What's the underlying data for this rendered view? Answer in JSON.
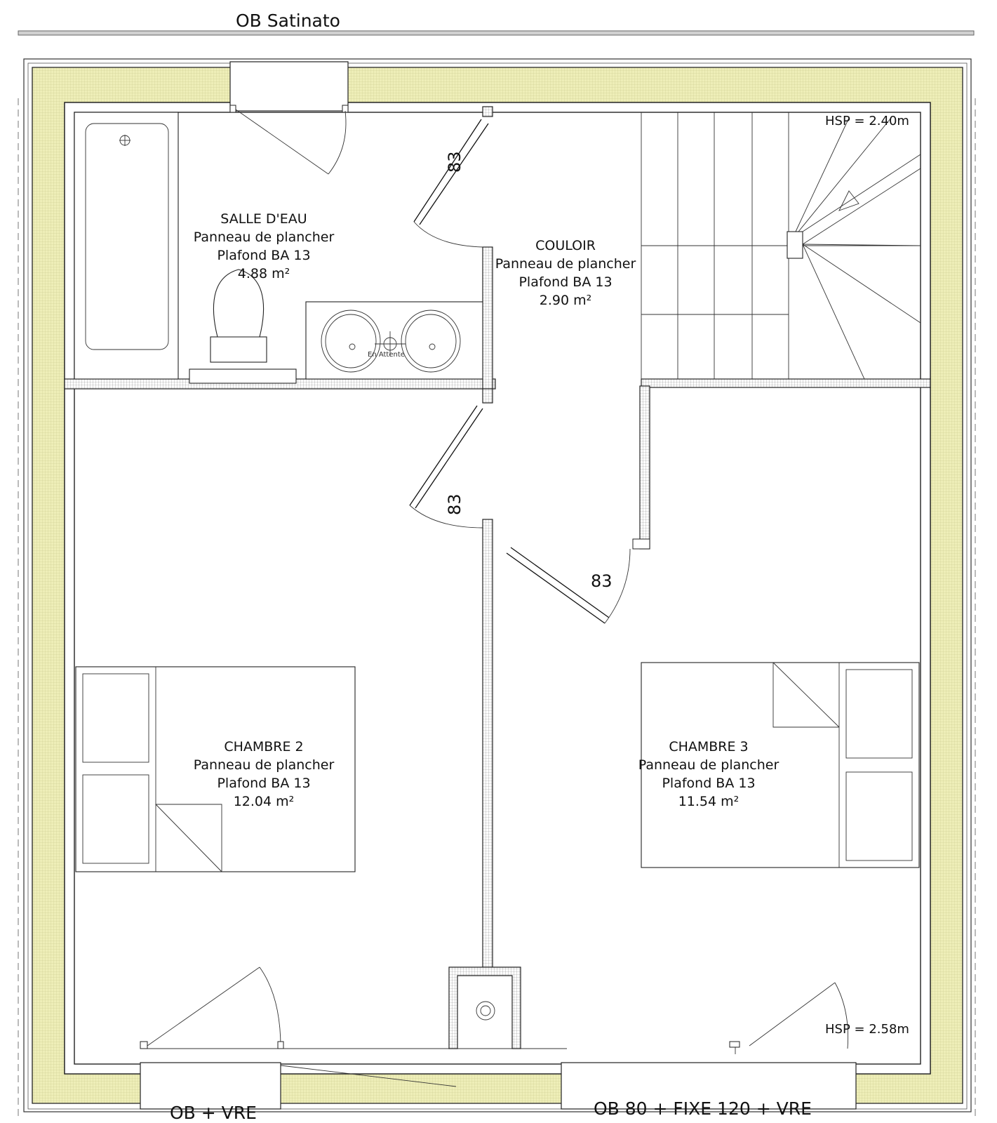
{
  "plan": {
    "labels": {
      "top_window": "OB Satinato",
      "bottom_left_window": "OB + VRE",
      "bottom_right_window": "OB 80 + FIXE 120 + VRE"
    },
    "heights": {
      "top": "HSP = 2.40m",
      "bottom": "HSP = 2.58m"
    },
    "door_widths": [
      "83",
      "83",
      "83"
    ],
    "fixture_label": "En Attente",
    "rooms": [
      {
        "name": "SALLE D'EAU",
        "floor": "Panneau de plancher",
        "ceiling": "Plafond BA 13",
        "area": "4.88 m²"
      },
      {
        "name": "COULOIR",
        "floor": "Panneau de plancher",
        "ceiling": "Plafond BA 13",
        "area": "2.90 m²"
      },
      {
        "name": "CHAMBRE 2",
        "floor": "Panneau de plancher",
        "ceiling": "Plafond BA 13",
        "area": "12.04 m²"
      },
      {
        "name": "CHAMBRE 3",
        "floor": "Panneau de plancher",
        "ceiling": "Plafond BA 13",
        "area": "11.54 m²"
      }
    ],
    "colors": {
      "insulation": "#eeeeca",
      "walls": "#222222"
    }
  }
}
